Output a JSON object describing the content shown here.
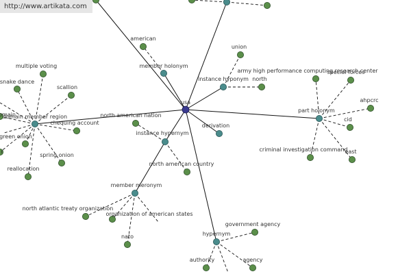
{
  "watermark_url": "http://www.artikata.com",
  "colors": {
    "background": "#ffffff",
    "node_fill": "#5b8f4a",
    "node_stroke": "#2f4f2a",
    "relation_fill": "#4a8c8c",
    "relation_stroke": "#2a5656",
    "center_fill": "#3a3a90",
    "center_stroke": "#1e1e55",
    "edge": "#111111",
    "label": "#333333"
  },
  "graph": {
    "nodes": [
      {
        "id": "usa",
        "label": "usa",
        "kind": "center"
      },
      {
        "id": "member-holonym",
        "label": "member holonym",
        "kind": "relation"
      },
      {
        "id": "instance-hyponym",
        "label": "instance hyponym",
        "kind": "relation"
      },
      {
        "id": "part-holonym",
        "label": "part holonym",
        "kind": "relation"
      },
      {
        "id": "derivation",
        "label": "derivation",
        "kind": "relation"
      },
      {
        "id": "instance-hypernym",
        "label": "instance hypernym",
        "kind": "relation"
      },
      {
        "id": "member-meronym",
        "label": "member meronym",
        "kind": "relation"
      },
      {
        "id": "hypernym",
        "label": "hypernym",
        "kind": "relation"
      },
      {
        "id": "domain-member-region",
        "label": "domain member region",
        "kind": "relation"
      },
      {
        "id": "top-relation",
        "label": "",
        "kind": "relation"
      },
      {
        "id": "american",
        "label": "american",
        "kind": "leaf"
      },
      {
        "id": "union",
        "label": "union",
        "kind": "leaf"
      },
      {
        "id": "north",
        "label": "north",
        "kind": "leaf"
      },
      {
        "id": "army-hpc",
        "label": "army high performance computing research center",
        "kind": "leaf"
      },
      {
        "id": "special-forces",
        "label": "special forces",
        "kind": "leaf"
      },
      {
        "id": "ahpcrc",
        "label": "ahpcrc",
        "kind": "leaf"
      },
      {
        "id": "cid",
        "label": "cid",
        "kind": "leaf"
      },
      {
        "id": "east",
        "label": "east",
        "kind": "leaf"
      },
      {
        "id": "criminal-investigation-command",
        "label": "criminal investigation command",
        "kind": "leaf"
      },
      {
        "id": "north-american-nation",
        "label": "north american nation",
        "kind": "leaf"
      },
      {
        "id": "north-american-country",
        "label": "north american country",
        "kind": "leaf"
      },
      {
        "id": "nato-treaty",
        "label": "north atlantic treaty organization",
        "kind": "leaf"
      },
      {
        "id": "oas",
        "label": "organization of american states",
        "kind": "leaf"
      },
      {
        "id": "nato",
        "label": "nato",
        "kind": "leaf"
      },
      {
        "id": "government-agency",
        "label": "government agency",
        "kind": "leaf"
      },
      {
        "id": "authority",
        "label": "authority",
        "kind": "leaf"
      },
      {
        "id": "agency",
        "label": "agency",
        "kind": "leaf"
      },
      {
        "id": "multiple-voting",
        "label": "multiple voting",
        "kind": "leaf"
      },
      {
        "id": "snake-dance",
        "label": "snake dance",
        "kind": "leaf"
      },
      {
        "id": "scallion",
        "label": "scallion",
        "kind": "leaf"
      },
      {
        "id": "chequing-account",
        "label": "chequing account",
        "kind": "leaf"
      },
      {
        "id": "green-onion",
        "label": "green onion",
        "kind": "leaf"
      },
      {
        "id": "spring-onion",
        "label": "spring onion",
        "kind": "leaf"
      },
      {
        "id": "reallocation",
        "label": "reallocation",
        "kind": "leaf"
      },
      {
        "id": "domain-cut",
        "label": "domain",
        "kind": "leaf"
      },
      {
        "id": "r-cut",
        "label": "r",
        "kind": "leaf"
      },
      {
        "id": "top-leaf-a",
        "label": "",
        "kind": "leaf"
      },
      {
        "id": "top-leaf-b",
        "label": "",
        "kind": "leaf"
      },
      {
        "id": "top-left-leaf",
        "label": "",
        "kind": "leaf"
      }
    ],
    "edges": [
      {
        "from": "usa",
        "to": "member-holonym",
        "style": "solid"
      },
      {
        "from": "usa",
        "to": "instance-hyponym",
        "style": "solid"
      },
      {
        "from": "usa",
        "to": "part-holonym",
        "style": "solid"
      },
      {
        "from": "usa",
        "to": "derivation",
        "style": "solid"
      },
      {
        "from": "usa",
        "to": "instance-hypernym",
        "style": "solid"
      },
      {
        "from": "usa",
        "to": "hypernym",
        "style": "solid"
      },
      {
        "from": "usa",
        "to": "domain-member-region",
        "style": "solid"
      },
      {
        "from": "usa",
        "to": "top-relation",
        "style": "solid"
      },
      {
        "from": "usa",
        "to": "top-left-leaf",
        "style": "solid"
      },
      {
        "from": "instance-hypernym",
        "to": "member-meronym",
        "style": "solid"
      },
      {
        "from": "member-holonym",
        "to": "american",
        "style": "dashed"
      },
      {
        "from": "instance-hyponym",
        "to": "union",
        "style": "dashed"
      },
      {
        "from": "instance-hyponym",
        "to": "north",
        "style": "dashed"
      },
      {
        "from": "part-holonym",
        "to": "army-hpc",
        "style": "dashed"
      },
      {
        "from": "part-holonym",
        "to": "special-forces",
        "style": "dashed"
      },
      {
        "from": "part-holonym",
        "to": "ahpcrc",
        "style": "dashed"
      },
      {
        "from": "part-holonym",
        "to": "cid",
        "style": "dashed"
      },
      {
        "from": "part-holonym",
        "to": "east",
        "style": "dashed"
      },
      {
        "from": "part-holonym",
        "to": "criminal-investigation-command",
        "style": "dashed"
      },
      {
        "from": "instance-hypernym",
        "to": "north-american-nation",
        "style": "dashed"
      },
      {
        "from": "instance-hypernym",
        "to": "north-american-country",
        "style": "dashed"
      },
      {
        "from": "member-meronym",
        "to": "nato-treaty",
        "style": "dashed"
      },
      {
        "from": "member-meronym",
        "to": "oas",
        "style": "dashed"
      },
      {
        "from": "member-meronym",
        "to": "nato",
        "style": "dashed"
      },
      {
        "from": "member-meronym",
        "to": "oas-b",
        "style": "dashed"
      },
      {
        "from": "hypernym",
        "to": "government-agency",
        "style": "dashed"
      },
      {
        "from": "hypernym",
        "to": "authority",
        "style": "dashed"
      },
      {
        "from": "hypernym",
        "to": "agency",
        "style": "dashed"
      },
      {
        "from": "hypernym",
        "to": "hyp-stub-a",
        "style": "dashed"
      },
      {
        "from": "domain-member-region",
        "to": "multiple-voting",
        "style": "dashed"
      },
      {
        "from": "domain-member-region",
        "to": "snake-dance",
        "style": "dashed"
      },
      {
        "from": "domain-member-region",
        "to": "scallion",
        "style": "dashed"
      },
      {
        "from": "domain-member-region",
        "to": "chequing-account",
        "style": "dashed"
      },
      {
        "from": "domain-member-region",
        "to": "green-onion",
        "style": "dashed"
      },
      {
        "from": "domain-member-region",
        "to": "spring-onion",
        "style": "dashed"
      },
      {
        "from": "domain-member-region",
        "to": "reallocation",
        "style": "dashed"
      },
      {
        "from": "domain-member-region",
        "to": "domain-cut",
        "style": "dashed"
      },
      {
        "from": "domain-member-region",
        "to": "r-cut",
        "style": "dashed"
      },
      {
        "from": "domain-member-region",
        "to": "dmr-stub-a",
        "style": "dashed"
      },
      {
        "from": "domain-member-region",
        "to": "dmr-stub-b",
        "style": "dashed"
      },
      {
        "from": "top-relation",
        "to": "top-leaf-a",
        "style": "dashed"
      },
      {
        "from": "top-relation",
        "to": "top-leaf-b",
        "style": "dashed"
      }
    ]
  }
}
